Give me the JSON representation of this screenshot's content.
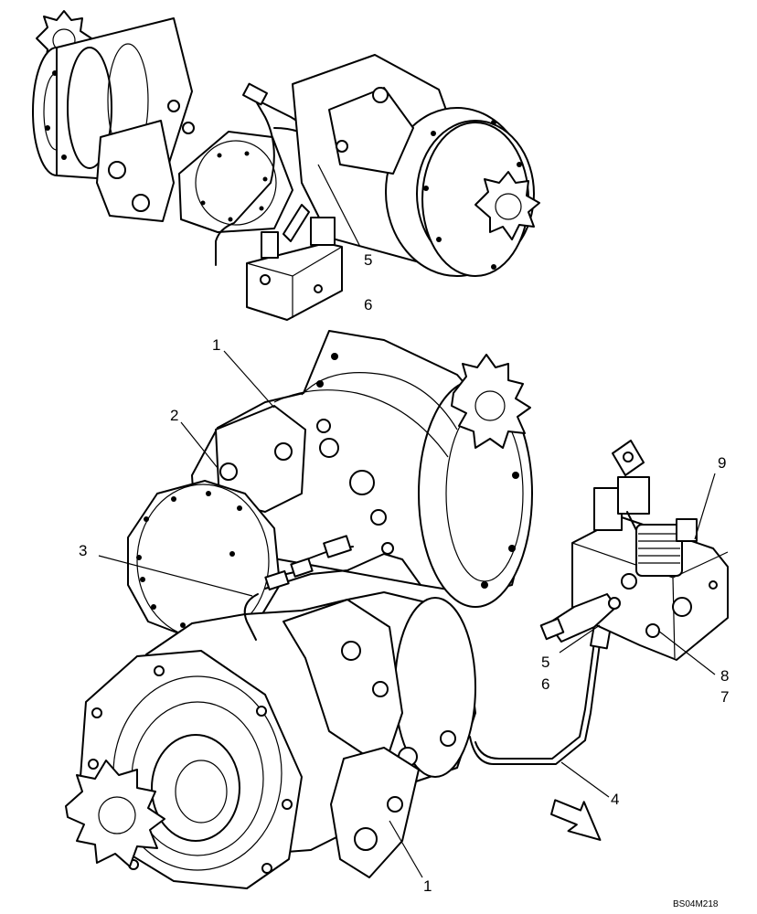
{
  "callouts": {
    "c1_top": "1",
    "c2": "2",
    "c3": "3",
    "c4": "4",
    "c5_upper": "5",
    "c6_upper": "6",
    "c5_lower": "5",
    "c6_lower": "6",
    "c8": "8",
    "c7": "7",
    "c9": "9",
    "c1_bottom": "1"
  },
  "drawing_code": "BS04M218"
}
